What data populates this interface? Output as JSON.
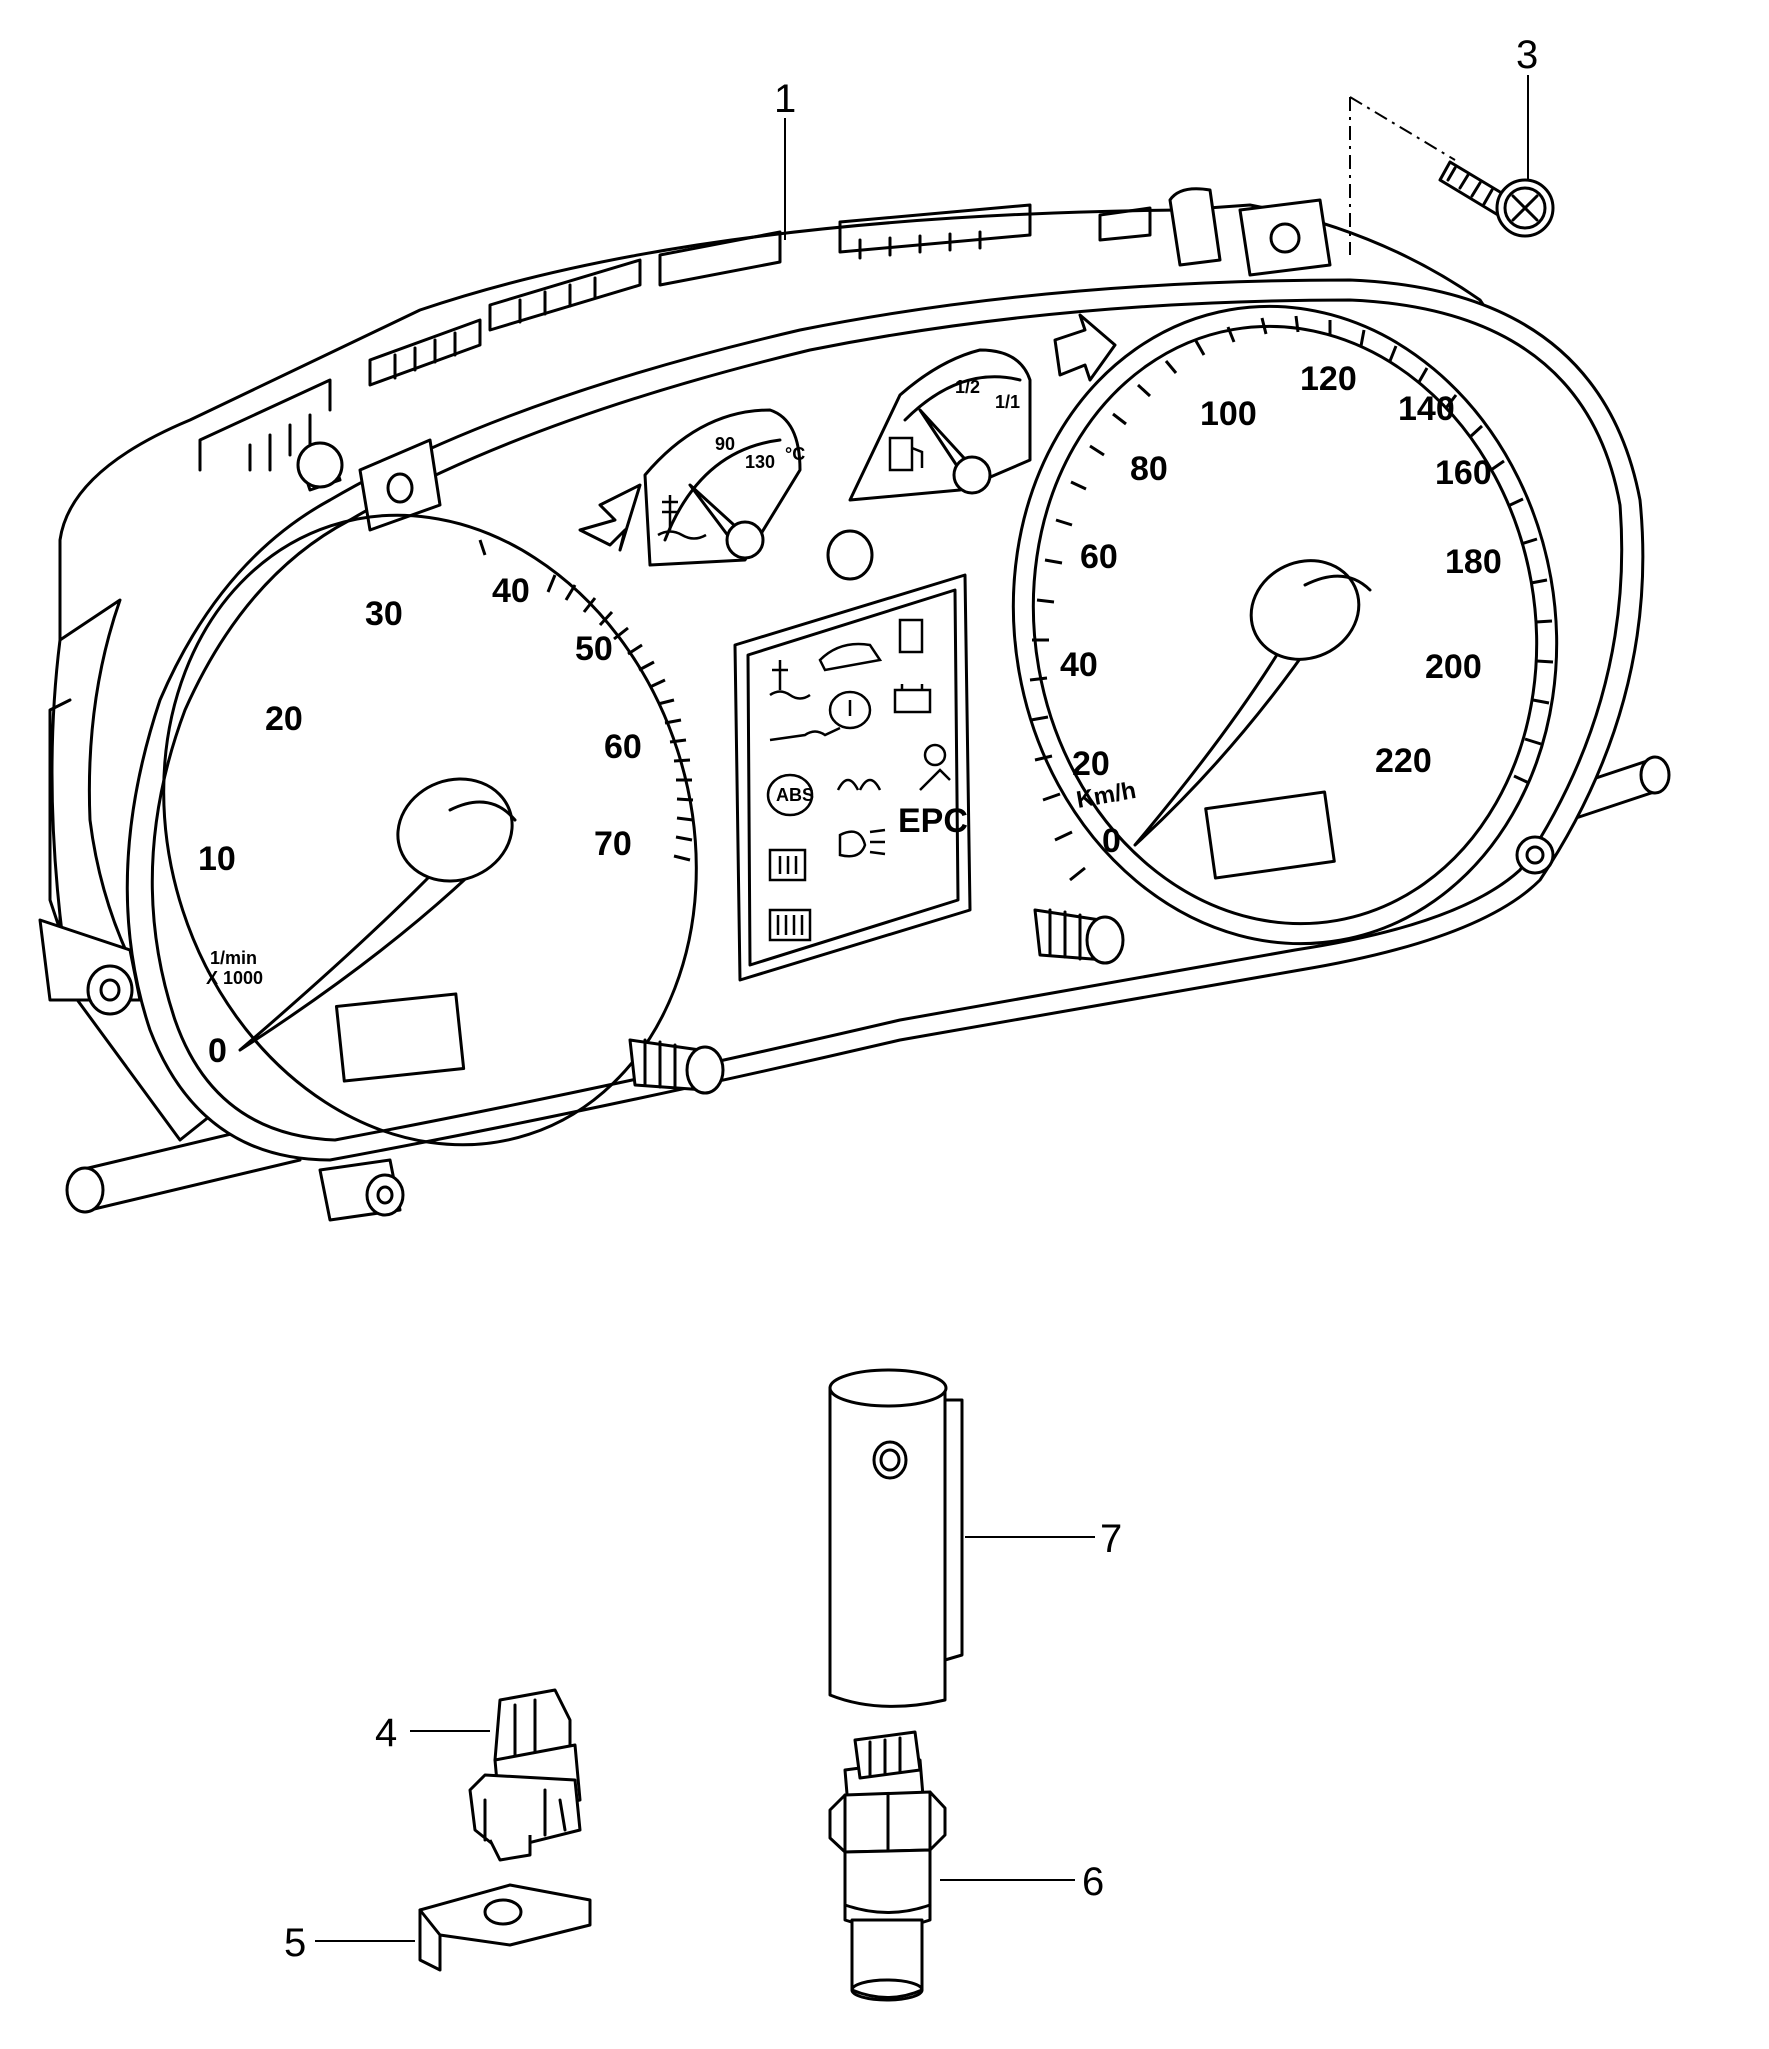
{
  "callouts": [
    {
      "id": "1",
      "label": "1"
    },
    {
      "id": "3",
      "label": "3"
    },
    {
      "id": "4",
      "label": "4"
    },
    {
      "id": "5",
      "label": "5"
    },
    {
      "id": "6",
      "label": "6"
    },
    {
      "id": "7",
      "label": "7"
    }
  ],
  "tachometer": {
    "numbers": [
      "0",
      "10",
      "20",
      "30",
      "40",
      "50",
      "60",
      "70"
    ],
    "unit_line1": "1/min",
    "unit_line2": "X 1000"
  },
  "speedometer": {
    "numbers": [
      "0",
      "20",
      "40",
      "60",
      "80",
      "100",
      "120",
      "140",
      "160",
      "180",
      "200",
      "220"
    ],
    "unit": "Km/h"
  },
  "temp_gauge": {
    "label_90": "90",
    "label_130": "130",
    "unit": "°C"
  },
  "fuel_gauge": {
    "label_half": "1/2",
    "label_full": "1/1"
  },
  "warning_panel": {
    "epc_label": "EPC",
    "abs_label": "ABS"
  },
  "colors": {
    "line": "#000000",
    "background": "#ffffff"
  }
}
